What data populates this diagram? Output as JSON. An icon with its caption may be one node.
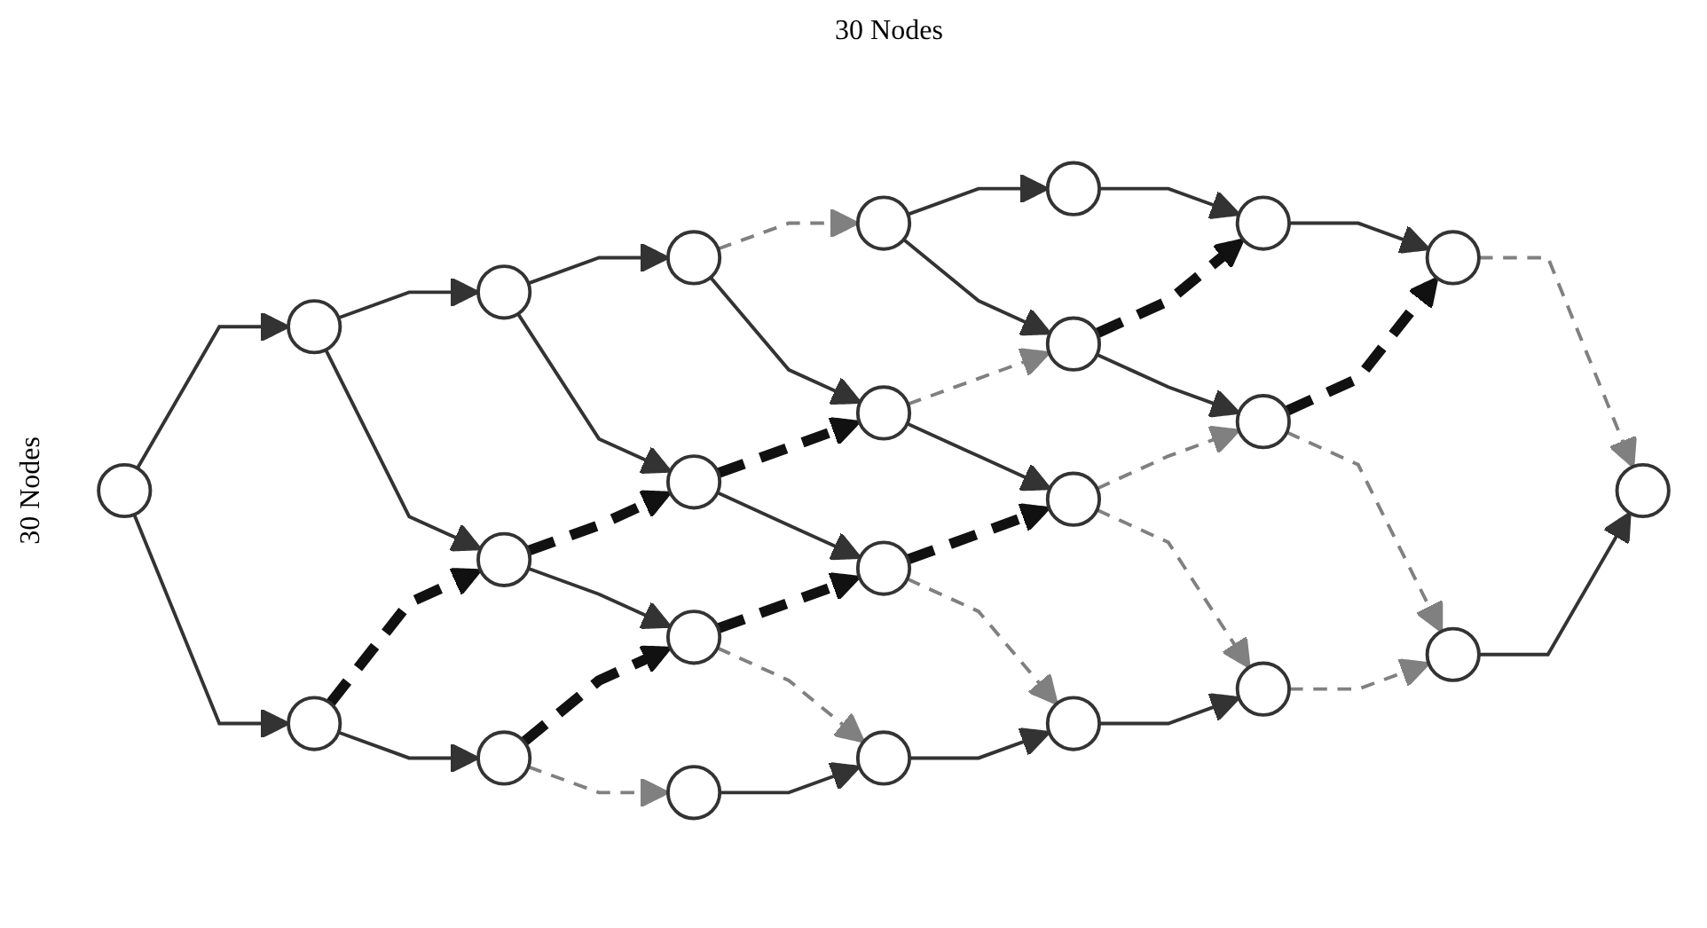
{
  "diagram": {
    "nodes": [
      {
        "text": [],
        "shape": "circle"
      },
      {
        "text": [],
        "shape": "circle"
      },
      {
        "text": [],
        "shape": "circle"
      },
      {
        "text": [],
        "shape": "circle"
      },
      {
        "text": [],
        "shape": "circle"
      },
      {
        "text": [],
        "shape": "circle"
      },
      {
        "text": [],
        "shape": "circle"
      },
      {
        "text": [],
        "shape": "circle"
      },
      {
        "text": [],
        "shape": "circle"
      },
      {
        "text": [],
        "shape": "circle"
      },
      {
        "text": [],
        "shape": "circle"
      },
      {
        "text": [],
        "shape": "circle"
      },
      {
        "text": [],
        "shape": "circle"
      },
      {
        "text": [],
        "shape": "circle"
      },
      {
        "text": [],
        "shape": "circle"
      },
      {
        "text": [],
        "shape": "circle"
      },
      {
        "text": [],
        "shape": "circle"
      },
      {
        "text": [],
        "shape": "circle"
      },
      {
        "text": [],
        "shape": "circle"
      },
      {
        "text": [],
        "shape": "circle"
      },
      {
        "text": [],
        "shape": "circle"
      },
      {
        "text": [],
        "shape": "circle"
      },
      {
        "text": [],
        "shape": "circle"
      },
      {
        "text": [],
        "shape": "circle"
      }
    ],
    "edges": [
      {
        "from": 0,
        "to": 1,
        "arrow": "to"
      },
      {
        "from": 1,
        "to": 2,
        "arrow": "to"
      },
      {
        "from": 2,
        "to": 3,
        "arrow": "to"
      },
      {
        "from": 3,
        "to": 4,
        "arrow": "to",
        "style": "dashed",
        "color": "#808080"
      },
      {
        "from": 4,
        "to": 5,
        "arrow": "to"
      },
      {
        "from": 0,
        "to": 6,
        "arrow": "to"
      },
      {
        "from": 1,
        "to": 7,
        "arrow": "to"
      },
      {
        "from": 2,
        "to": 8,
        "arrow": "to"
      },
      {
        "from": 3,
        "to": 9,
        "arrow": "to"
      },
      {
        "from": 4,
        "to": 10,
        "arrow": "to"
      },
      {
        "from": 5,
        "to": 11,
        "arrow": "to"
      },
      {
        "from": 6,
        "to": 7,
        "arrow": "to",
        "style": "dashed"
      },
      {
        "from": 7,
        "to": 8,
        "arrow": "to",
        "style": "dashed"
      },
      {
        "from": 8,
        "to": 9,
        "arrow": "to",
        "style": "dashed"
      },
      {
        "from": 9,
        "to": 10,
        "arrow": "to",
        "style": "dashed",
        "color": "#808080"
      },
      {
        "from": 10,
        "to": 11,
        "arrow": "to",
        "style": "dashed"
      },
      {
        "from": 6,
        "to": 12,
        "arrow": "to"
      },
      {
        "from": 7,
        "to": 13,
        "arrow": "to"
      },
      {
        "from": 8,
        "to": 14,
        "arrow": "to"
      },
      {
        "from": 9,
        "to": 15,
        "arrow": "to"
      },
      {
        "from": 10,
        "to": 16,
        "arrow": "to"
      },
      {
        "from": 11,
        "to": 17,
        "arrow": "to"
      },
      {
        "from": 12,
        "to": 13,
        "arrow": "to",
        "style": "dashed"
      },
      {
        "from": 13,
        "to": 14,
        "arrow": "to",
        "style": "dashed"
      },
      {
        "from": 14,
        "to": 15,
        "arrow": "to",
        "style": "dashed"
      },
      {
        "from": 15,
        "to": 16,
        "arrow": "to",
        "style": "dashed",
        "color": "#808080"
      },
      {
        "from": 16,
        "to": 17,
        "arrow": "to",
        "style": "dashed"
      },
      {
        "from": 12,
        "to": 18,
        "arrow": "to",
        "style": "dashed",
        "color": "#808080"
      },
      {
        "from": 13,
        "to": 19,
        "arrow": "to",
        "style": "dashed",
        "color": "#808080"
      },
      {
        "from": 14,
        "to": 20,
        "arrow": "to",
        "style": "dashed",
        "color": "#808080"
      },
      {
        "from": 15,
        "to": 21,
        "arrow": "to",
        "style": "dashed",
        "color": "#808080"
      },
      {
        "from": 16,
        "to": 22,
        "arrow": "to",
        "style": "dashed",
        "color": "#808080"
      },
      {
        "from": 17,
        "to": 23,
        "arrow": "to",
        "style": "dashed",
        "color": "#808080"
      },
      {
        "from": 18,
        "to": 19,
        "arrow": "to"
      },
      {
        "from": 19,
        "to": 20,
        "arrow": "to"
      },
      {
        "from": 20,
        "to": 21,
        "arrow": "to"
      },
      {
        "from": 21,
        "to": 22,
        "arrow": "to",
        "style": "dashed",
        "color": "#808080"
      },
      {
        "from": 22,
        "to": 23,
        "arrow": "to"
      }
    ],
    "labels": [
      "30 Nodes",
      "30 Nodes"
    ]
  }
}
